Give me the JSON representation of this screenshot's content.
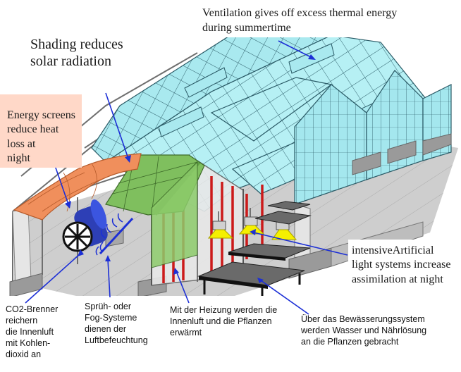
{
  "colors": {
    "glass": "#b6f0f4",
    "glass_line": "#2a5a66",
    "frame": "#7e7e7e",
    "screen": "#f08f5c",
    "shade": "#7fbf5e",
    "heating": "#cc1a1a",
    "lamp": "#f5f000",
    "arrow": "#1c2fd6",
    "screen_label_bg": "#ffd8c8"
  },
  "labels": {
    "ventilation": "Ventilation  gives off excess thermal energy\nduring summertime",
    "shading": "Shading reduces\nsolar radiation",
    "energy_screens": "Energy screens\nreduce heat\nloss at\nnight",
    "artificial_light": "intensiveArtificial\nlight systems increase\nassimilation at night",
    "co2": "CO2-Brenner\nreichern\ndie Innenluft\nmit Kohlen-\ndioxid an",
    "fog": "Sprüh- oder\nFog-Systeme\ndienen der\nLuftbefeuchtung",
    "heating": "Mit der Heizung werden die\nInnenluft und die Pflanzen\nerwärmt",
    "irrigation": "Über das Bewässerungssystem\nwerden Wasser und Nährlösung\nan die Pflanzen gebracht"
  },
  "icons": [
    "co2-burner-fan-icon",
    "fog-nozzle-icon",
    "grow-lamp-icon",
    "heating-pipe-icon"
  ]
}
